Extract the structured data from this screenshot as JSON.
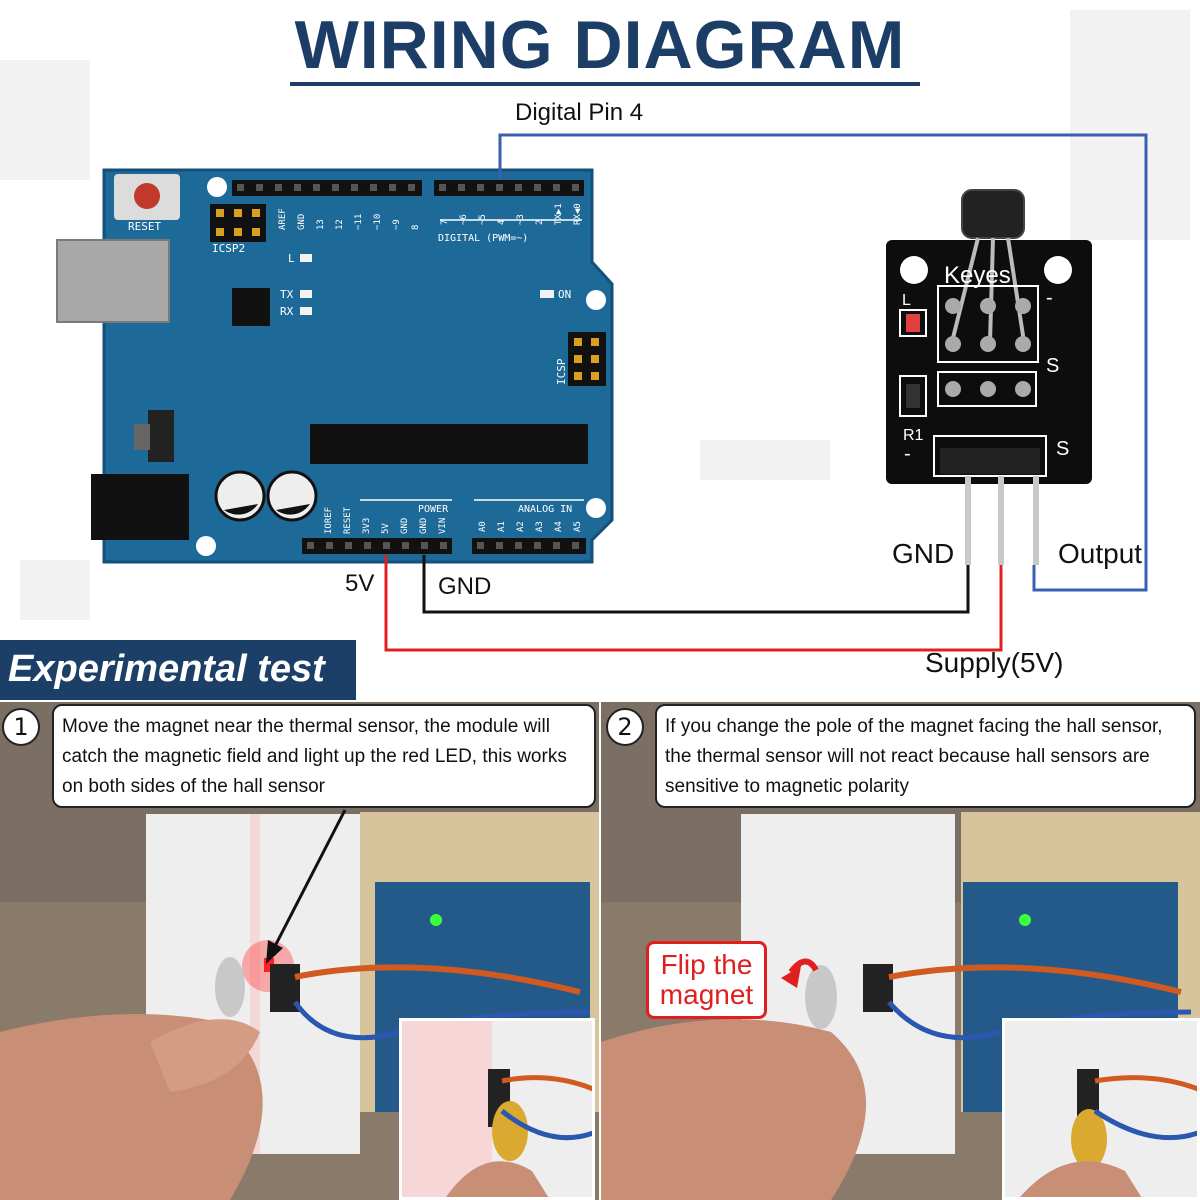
{
  "title": "WIRING DIAGRAM",
  "arduino": {
    "reset_label": "RESET",
    "icsp2_label": "ICSP2",
    "icsp_label": "ICSP",
    "digital_label": "DIGITAL (PWM=~)",
    "power_label": "POWER",
    "analog_label": "ANALOG IN",
    "led_l": "L",
    "led_tx": "TX",
    "led_rx": "RX",
    "led_on": "ON",
    "digital_pins": [
      "AREF",
      "GND",
      "13",
      "12",
      "~11",
      "~10",
      "~9",
      "8",
      "7",
      "~6",
      "~5",
      "4",
      "~3",
      "2",
      "TX▶1",
      "RX◀0"
    ],
    "power_pins": [
      "IOREF",
      "RESET",
      "3V3",
      "5V",
      "GND",
      "GND",
      "VIN"
    ],
    "analog_pins": [
      "A0",
      "A1",
      "A2",
      "A3",
      "A4",
      "A5"
    ]
  },
  "module": {
    "brand": "Keyes",
    "pin_minus_top": "-",
    "pin_s_top": "S",
    "pin_s_bottom": "S",
    "pin_minus_bottom": "-",
    "r1_label": "R1",
    "l_label": "L"
  },
  "wires": {
    "digital_pin": "Digital Pin 4",
    "five_v": "5V",
    "gnd_arduino": "GND",
    "gnd_module": "GND",
    "output": "Output",
    "supply": "Supply(5V)"
  },
  "colors": {
    "title": "#1c3e66",
    "board": "#1d6a99",
    "signal_wire": "#3a5fb0",
    "supply_wire": "#e02020",
    "ground_wire": "#111111",
    "banner": "#1b3f66"
  },
  "experiment": {
    "banner": "Experimental test",
    "steps": [
      {
        "number": "1",
        "text": "Move the magnet near the thermal sensor, the module will catch the magnetic field and light up the red LED, this works on both sides of the hall sensor"
      },
      {
        "number": "2",
        "text": "If you change the pole of the magnet facing the hall sensor, the thermal sensor will not react because hall sensors are sensitive to magnetic polarity"
      }
    ],
    "flip_label_1": "Flip the",
    "flip_label_2": "magnet"
  }
}
